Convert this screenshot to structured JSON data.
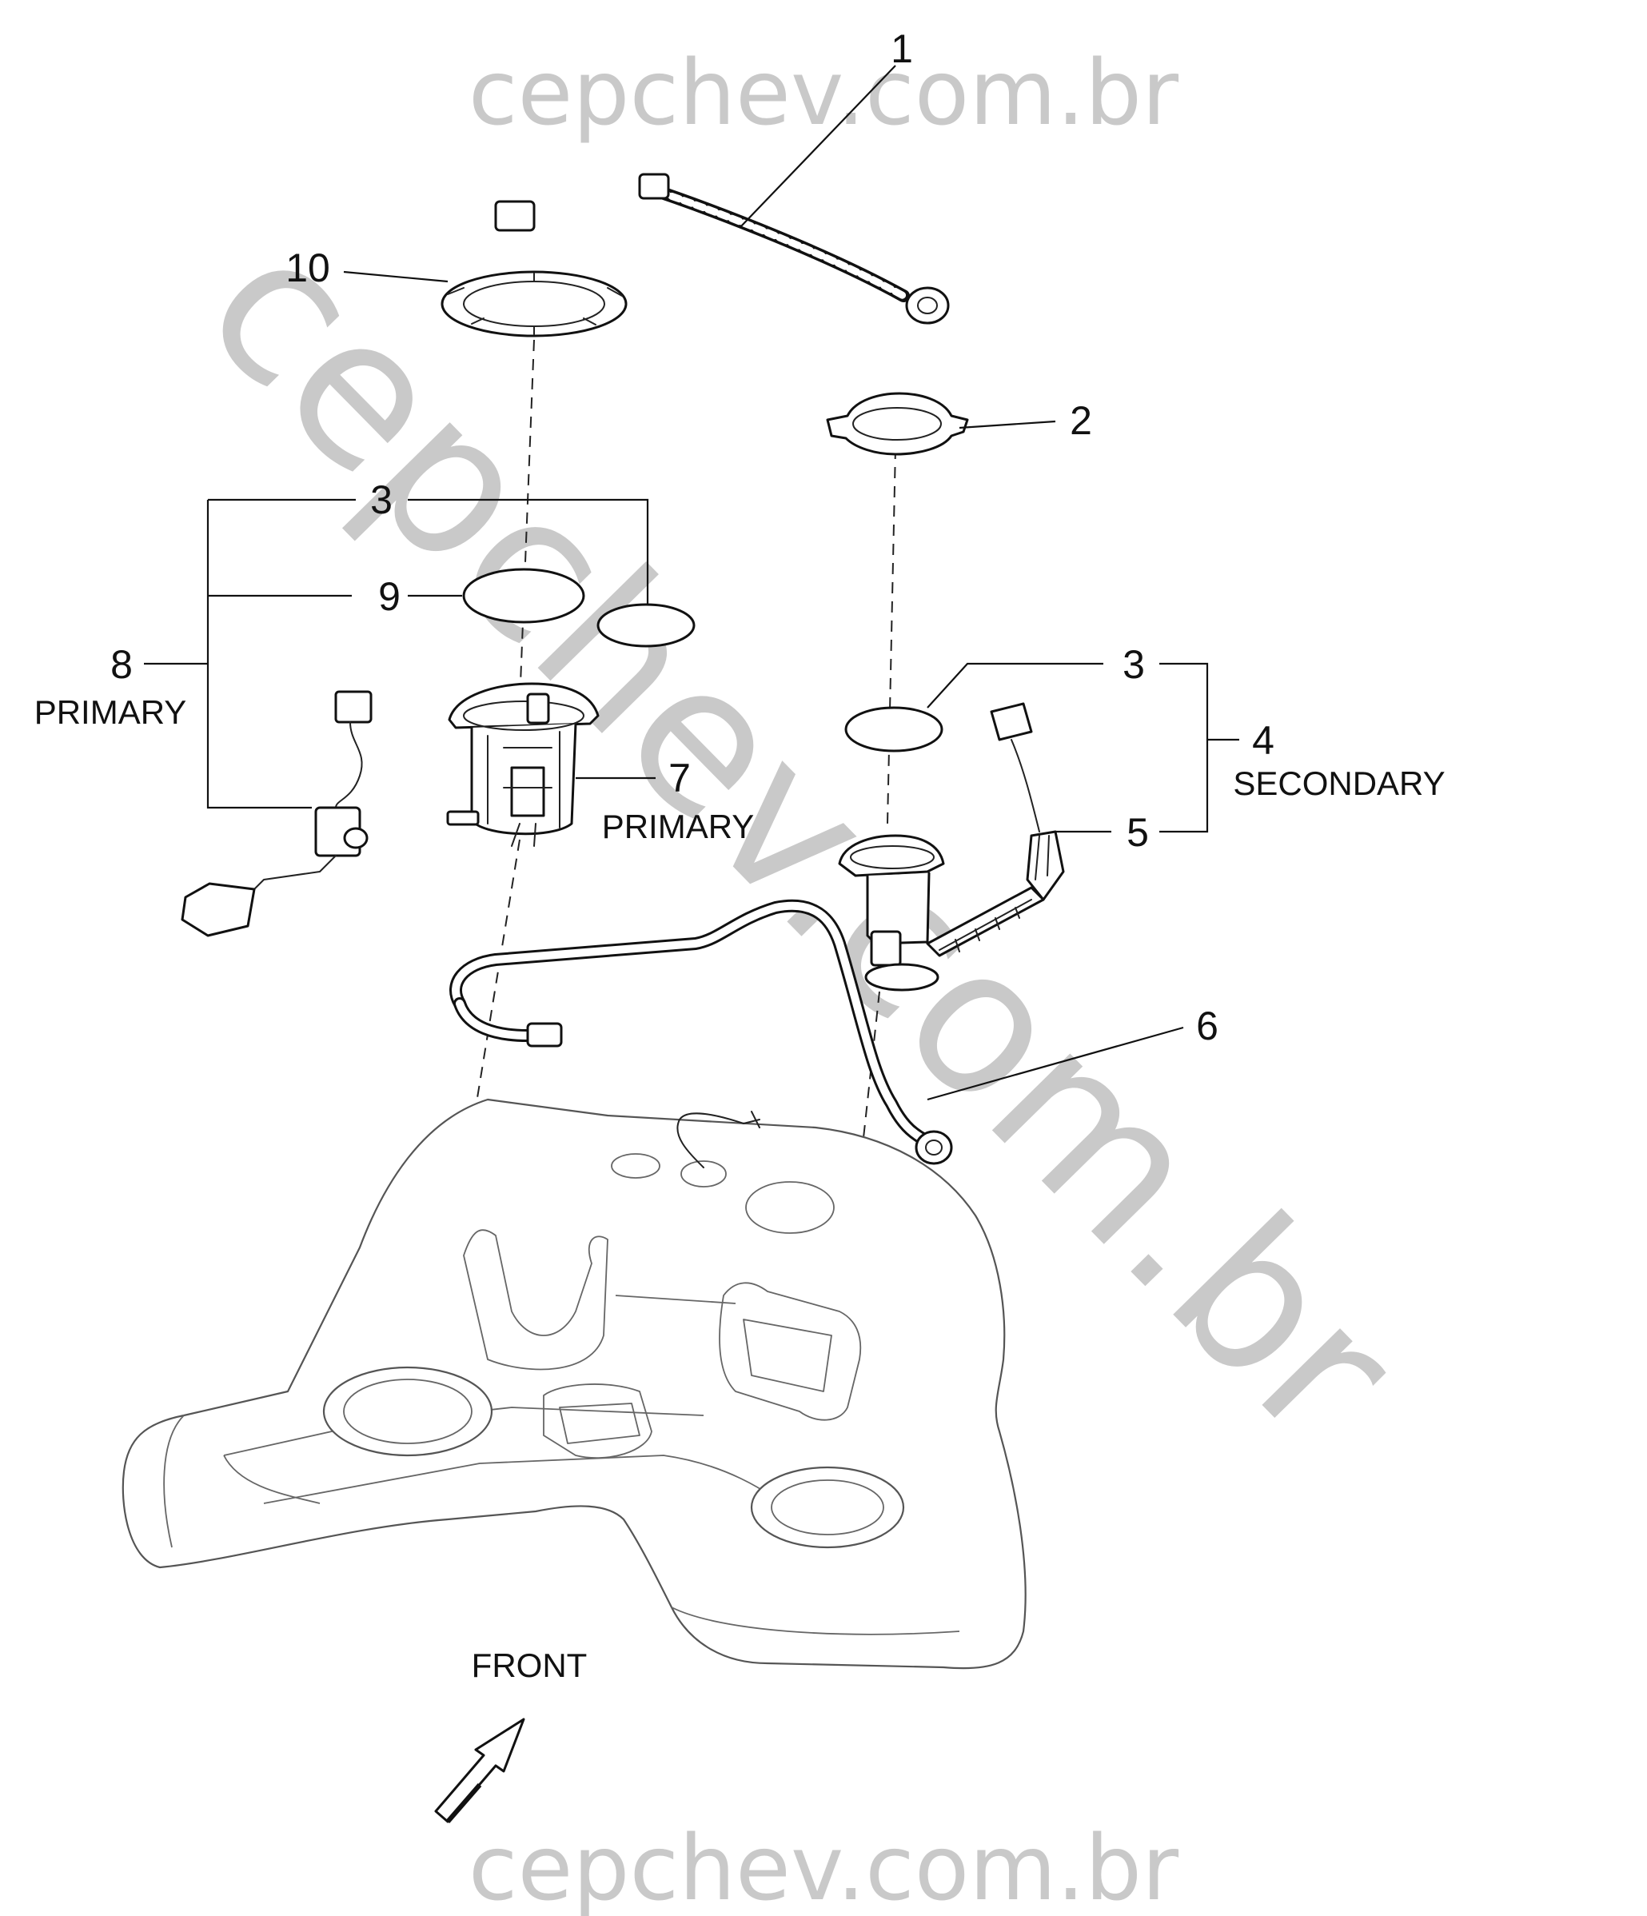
{
  "watermark": {
    "text_top": "cepchev.com.br",
    "text_diagonal": "cepchev.com.br",
    "text_bottom": "cepchev.com.br",
    "color": "#c9c9c9"
  },
  "callouts": {
    "c1": "1",
    "c2": "2",
    "c3_left": "3",
    "c3_right": "3",
    "c4": "4",
    "c5": "5",
    "c6": "6",
    "c7": "7",
    "c8": "8",
    "c9": "9",
    "c10": "10"
  },
  "captions": {
    "primary_module": "PRIMARY",
    "primary_sender": "PRIMARY",
    "secondary": "SECONDARY",
    "front": "FRONT"
  },
  "colors": {
    "line": "#111111",
    "tank_line": "#555555",
    "background": "#ffffff"
  },
  "icons": {
    "front_arrow": "front-direction-arrow-icon"
  }
}
